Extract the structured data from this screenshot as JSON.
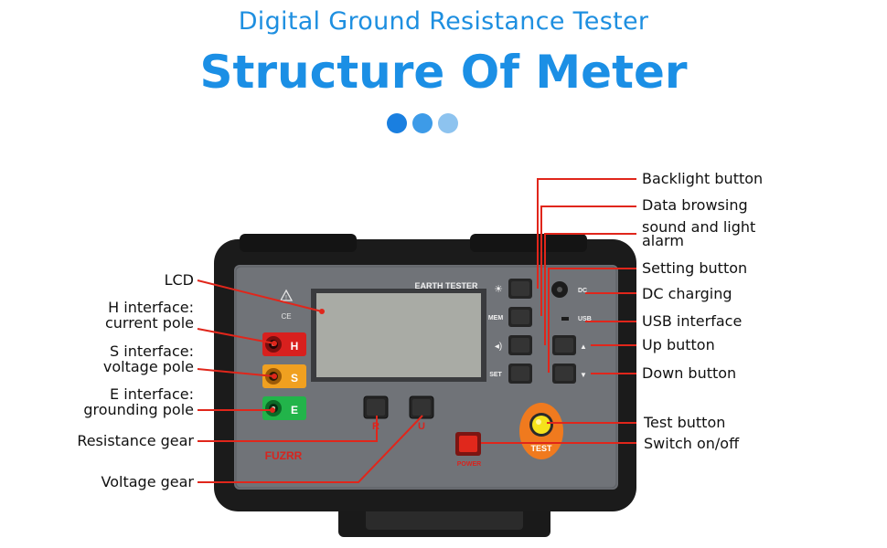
{
  "header": {
    "subtitle": "Digital Ground Resistance Tester",
    "title": "Structure Of Meter",
    "dot_colors": [
      "#1a7fe0",
      "#3d9be8",
      "#8dc3ef"
    ]
  },
  "device": {
    "panel_label": "EARTH TESTER",
    "brand": "FUZRR",
    "ce_mark": "CE",
    "jacks": [
      "H",
      "S",
      "E"
    ],
    "gear_keys": [
      "R",
      "U"
    ],
    "side_keys": [
      "",
      "MEM",
      "",
      "SET"
    ],
    "port_labels": [
      "DC",
      "USB"
    ],
    "test_label": "TEST",
    "power_label": "POWER",
    "colors": {
      "H": "#d8201e",
      "S": "#f0a020",
      "E": "#22b44a",
      "callout": "#e0261b"
    }
  },
  "callouts": {
    "left": [
      {
        "line1": "LCD",
        "line2": ""
      },
      {
        "line1": "H interface:",
        "line2": "current pole"
      },
      {
        "line1": "S interface:",
        "line2": "voltage pole"
      },
      {
        "line1": "E interface:",
        "line2": "grounding pole"
      },
      {
        "line1": "Resistance gear",
        "line2": ""
      },
      {
        "line1": "Voltage gear",
        "line2": ""
      }
    ],
    "right": [
      {
        "line1": "Backlight button",
        "line2": ""
      },
      {
        "line1": "Data browsing",
        "line2": ""
      },
      {
        "line1": "sound and light",
        "line2": "alarm"
      },
      {
        "line1": "Setting button",
        "line2": ""
      },
      {
        "line1": "DC charging",
        "line2": ""
      },
      {
        "line1": "USB interface",
        "line2": ""
      },
      {
        "line1": "Up button",
        "line2": ""
      },
      {
        "line1": "Down button",
        "line2": ""
      },
      {
        "line1": "Test button",
        "line2": ""
      },
      {
        "line1": "Switch on/off",
        "line2": ""
      }
    ]
  }
}
